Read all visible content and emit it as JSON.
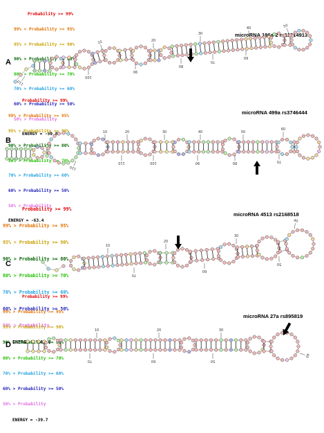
{
  "legend_colors": [
    "#e00000",
    "#e07000",
    "#c8a000",
    "#006400",
    "#20c000",
    "#20a0e0",
    "#1c1cb8",
    "#e070e0"
  ],
  "legend_lines": [
    "Probability >= 99%",
    "99% > Probability >= 95%",
    "95% > Probability >= 90%",
    "90% > Probability >= 80%",
    "80% > Probability >= 70%",
    "70% > Probability >= 60%",
    "60% > Probability >= 50%",
    "50% > Probability"
  ],
  "panels": [
    {
      "letter": "A",
      "title": "microRNA 196a-2 rs11614913",
      "energy": "ENERGY = -50.8",
      "tick_labels": [
        "10",
        "20",
        "30",
        "40",
        "50",
        "60",
        "70",
        "80",
        "90",
        "100",
        "110"
      ]
    },
    {
      "letter": "B",
      "title": "microRNA 499a rs3746444",
      "energy": "ENERGY = -63.4",
      "tick_labels": [
        "10",
        "20",
        "30",
        "40",
        "50",
        "60",
        "70",
        "80",
        "90",
        "100",
        "110",
        "120"
      ]
    },
    {
      "letter": "C",
      "title": "microRNA 4513 rs2168518",
      "energy": "ENERGY = -41.0",
      "tick_labels": [
        "10",
        "20",
        "30",
        "40",
        "50",
        "60",
        "70"
      ]
    },
    {
      "letter": "D",
      "title": "microRNA 27a rs895819",
      "energy": "ENERGY = -39.7",
      "tick_labels": [
        "10",
        "20",
        "30",
        "40",
        "50",
        "60",
        "70"
      ]
    }
  ]
}
